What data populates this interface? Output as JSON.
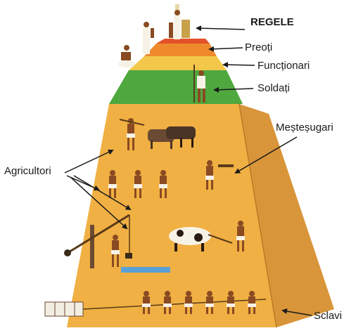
{
  "labels": {
    "king": "REGELE",
    "priests": "Preoți",
    "officials": "Funcționari",
    "soldiers": "Soldați",
    "craftsmen": "Meșteșugari",
    "farmers": "Agricultori",
    "slaves": "Sclavi"
  },
  "colors": {
    "king_tier": "#e4512a",
    "priests_tier": "#ef8a2c",
    "officials_tier": "#f3c84a",
    "soldiers_tier": "#4ea83e",
    "base_front": "#f0b043",
    "base_side": "#d9953a",
    "figure_skin": "#8a4a22",
    "figure_cloth": "#f7f2e6"
  }
}
